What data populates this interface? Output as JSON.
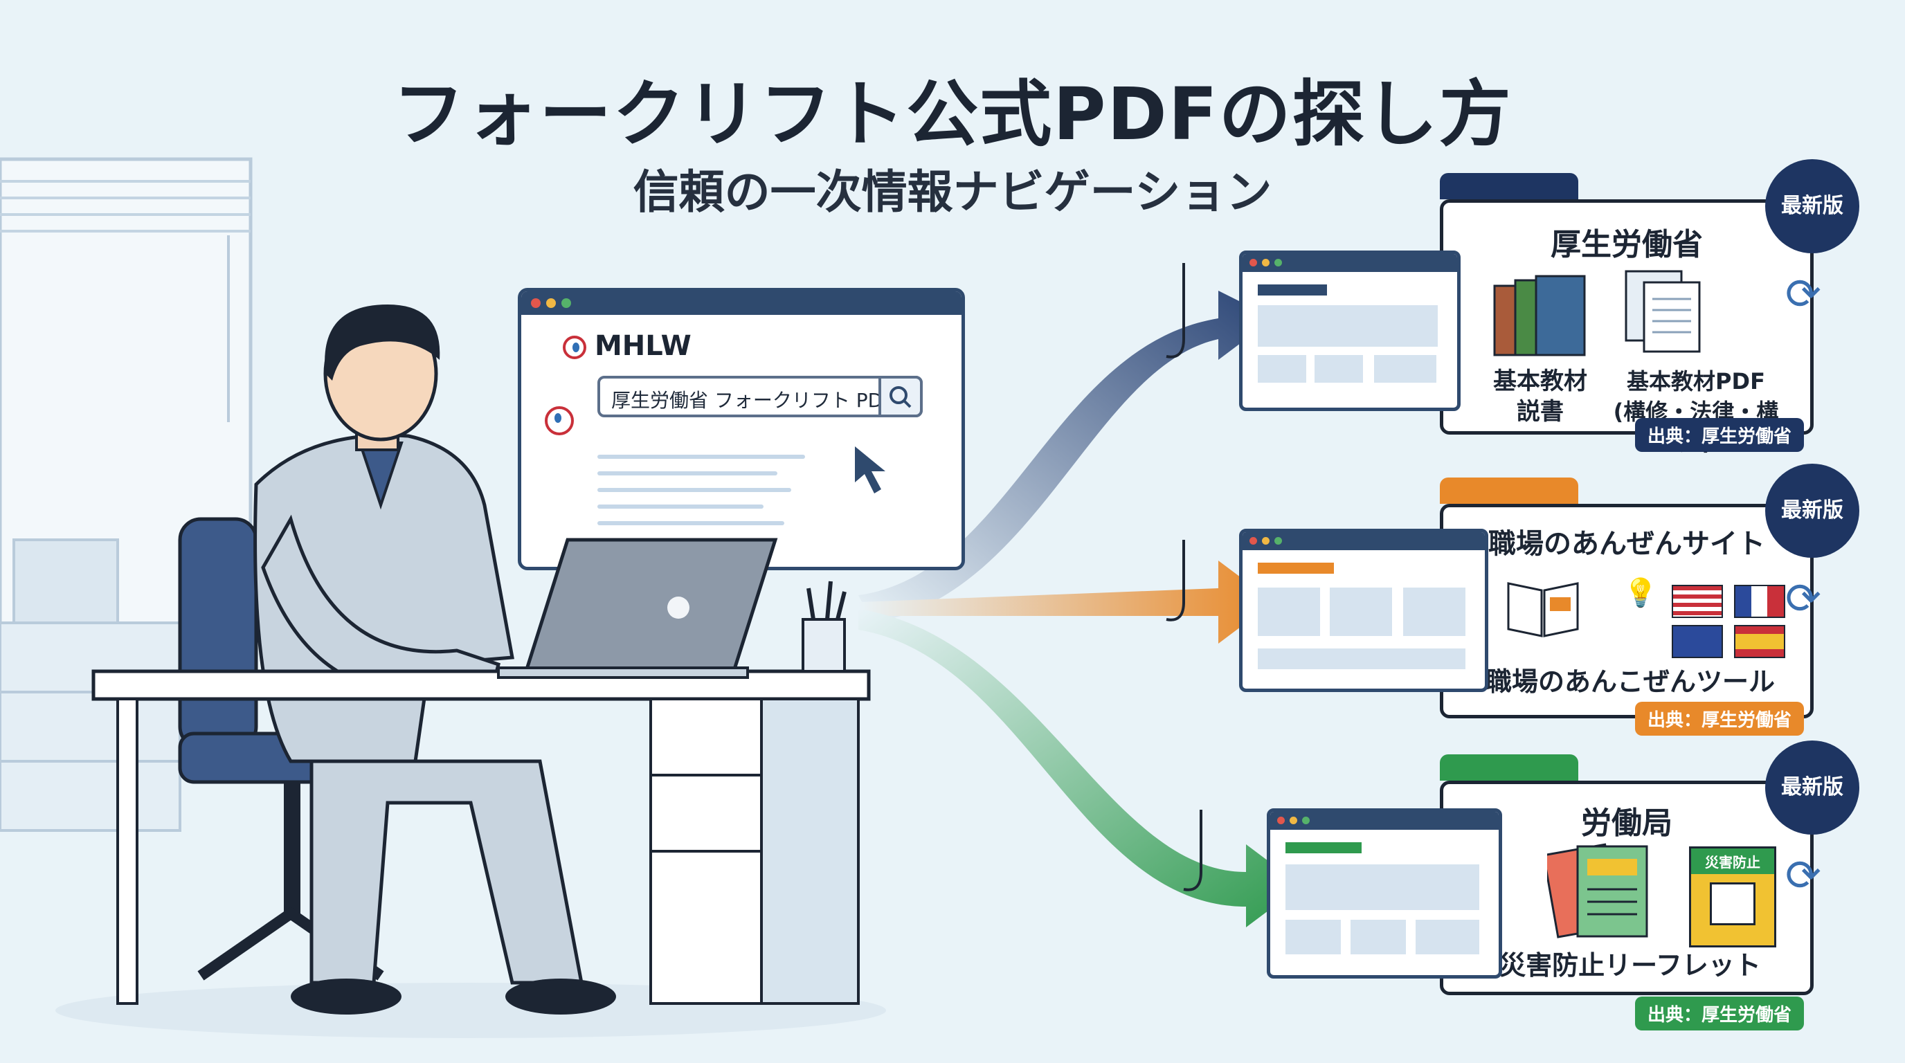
{
  "header": {
    "title": "フォークリフト公式PDFの探し方",
    "subtitle": "信頼の一次情報ナビゲーション"
  },
  "search_window": {
    "site_name": "MHLW",
    "search_query": "厚生労働省 フォークリフト PDF",
    "icons": {
      "search": "search-icon",
      "cursor": "cursor-icon"
    }
  },
  "cards": [
    {
      "title": "厚生労働省",
      "badge": "最新版",
      "items": [
        "基本教材\n説書",
        "基本教材PDF\n(構修・法律・構造)"
      ],
      "source": "出典：厚生労働省",
      "accent": "#1e3562"
    },
    {
      "title": "職場のあんぜんサイト",
      "badge": "最新版",
      "items": [
        "職場のあんこぜんツール"
      ],
      "source": "出典：厚生労働省",
      "accent": "#e8892a"
    },
    {
      "title": "労働局",
      "badge": "最新版",
      "items": [
        "災害防止リーフレット",
        "災害防止"
      ],
      "source": "出典：厚生労働省",
      "accent": "#2f9a4e"
    }
  ],
  "colors": {
    "navy": "#1e3562",
    "orange": "#e8892a",
    "green": "#2f9a4e",
    "background": "#e9f3f8"
  }
}
